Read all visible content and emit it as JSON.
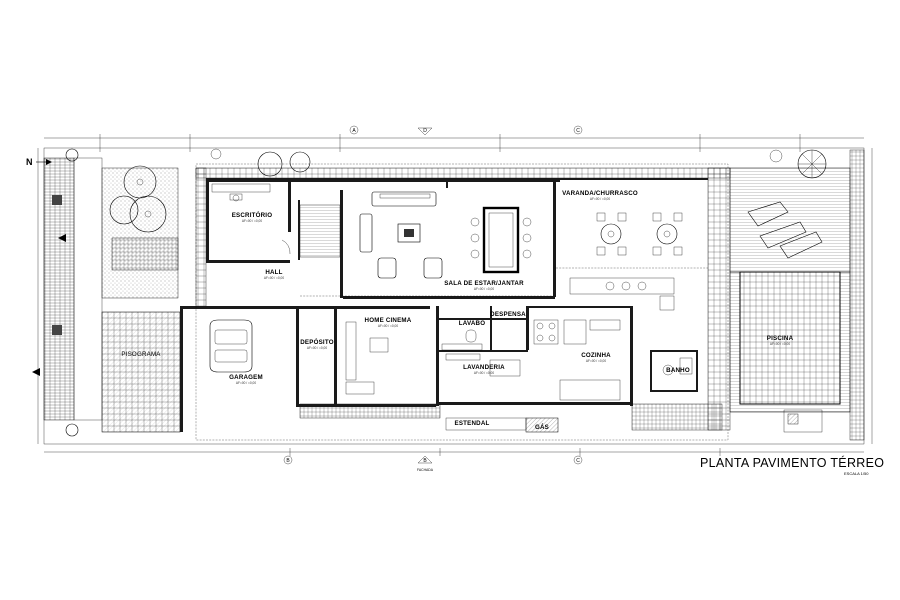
{
  "drawing": {
    "title": "PLANTA PAVIMENTO TÉRREO",
    "scale": "ESCALA 1/50",
    "north_label": "N",
    "facade_label": "FACHADA"
  },
  "rooms": [
    {
      "id": "escritorio",
      "label": "ESCRITÓRIO"
    },
    {
      "id": "hall",
      "label": "HALL"
    },
    {
      "id": "sala",
      "label": "SALA DE ESTAR/JANTAR"
    },
    {
      "id": "varanda",
      "label": "VARANDA/CHURRASCO"
    },
    {
      "id": "garagem",
      "label": "GARAGEM"
    },
    {
      "id": "deposito",
      "label": "DEPÓSITO"
    },
    {
      "id": "home",
      "label": "HOME CINEMA"
    },
    {
      "id": "lavabo",
      "label": "LAVABO"
    },
    {
      "id": "despensa",
      "label": "DESPENSA"
    },
    {
      "id": "cozinha",
      "label": "COZINHA"
    },
    {
      "id": "lavanderia",
      "label": "LAVANDERIA"
    },
    {
      "id": "banho",
      "label": "BANHO"
    },
    {
      "id": "piscina",
      "label": "PISCINA"
    },
    {
      "id": "estendal",
      "label": "ESTENDAL"
    },
    {
      "id": "gas",
      "label": "GÁS"
    },
    {
      "id": "pisograma",
      "label": "PISOGRAMA"
    }
  ],
  "grid_marks": {
    "top": [
      "A",
      "D",
      "C"
    ],
    "bottom": [
      "B",
      "B",
      "C"
    ]
  },
  "colors": {
    "ink": "#000000",
    "wall": "#1a1a1a",
    "paper": "#ffffff"
  }
}
